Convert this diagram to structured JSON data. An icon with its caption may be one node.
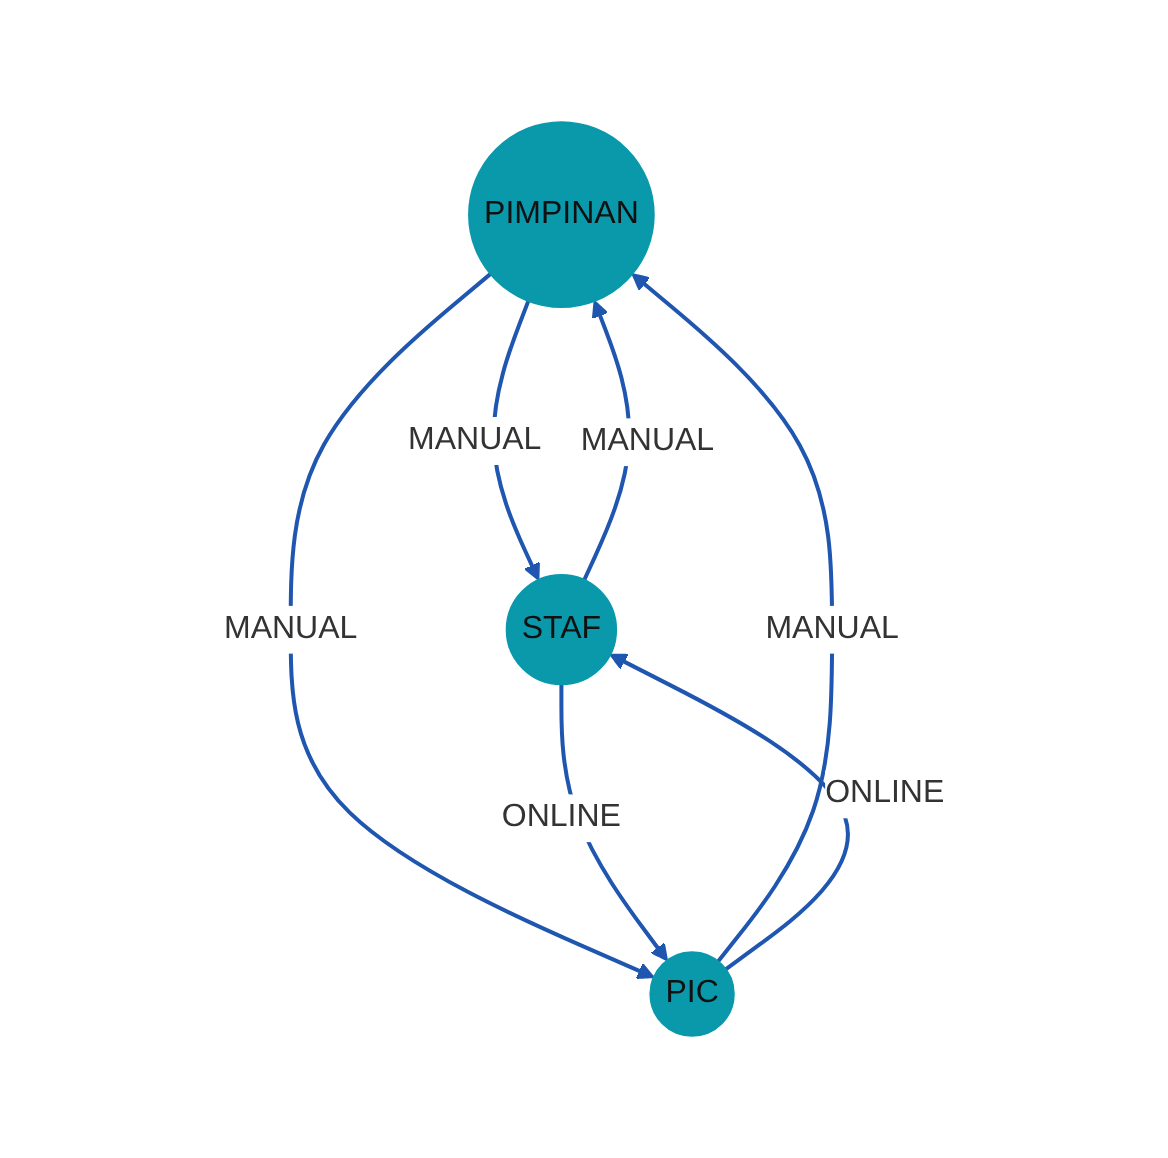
{
  "diagram": {
    "nodes": [
      {
        "text": [
          "PIMPINAN"
        ]
      },
      {
        "text": [
          "STAF"
        ]
      },
      {
        "text": [
          "PIC"
        ]
      }
    ],
    "edges": [
      {
        "from": 1,
        "to": 0,
        "arrow": "to",
        "label": "MANUAL"
      },
      {
        "from": 0,
        "to": 1,
        "arrow": "to",
        "label": "MANUAL"
      },
      {
        "from": 0,
        "to": 2,
        "arrow": "to",
        "label": "MANUAL"
      },
      {
        "from": 2,
        "to": 0,
        "arrow": "to",
        "label": "MANUAL"
      },
      {
        "from": 1,
        "to": 2,
        "arrow": "to",
        "label": "ONLINE"
      },
      {
        "from": 2,
        "to": 1,
        "arrow": "to",
        "label": "ONLINE"
      }
    ]
  }
}
